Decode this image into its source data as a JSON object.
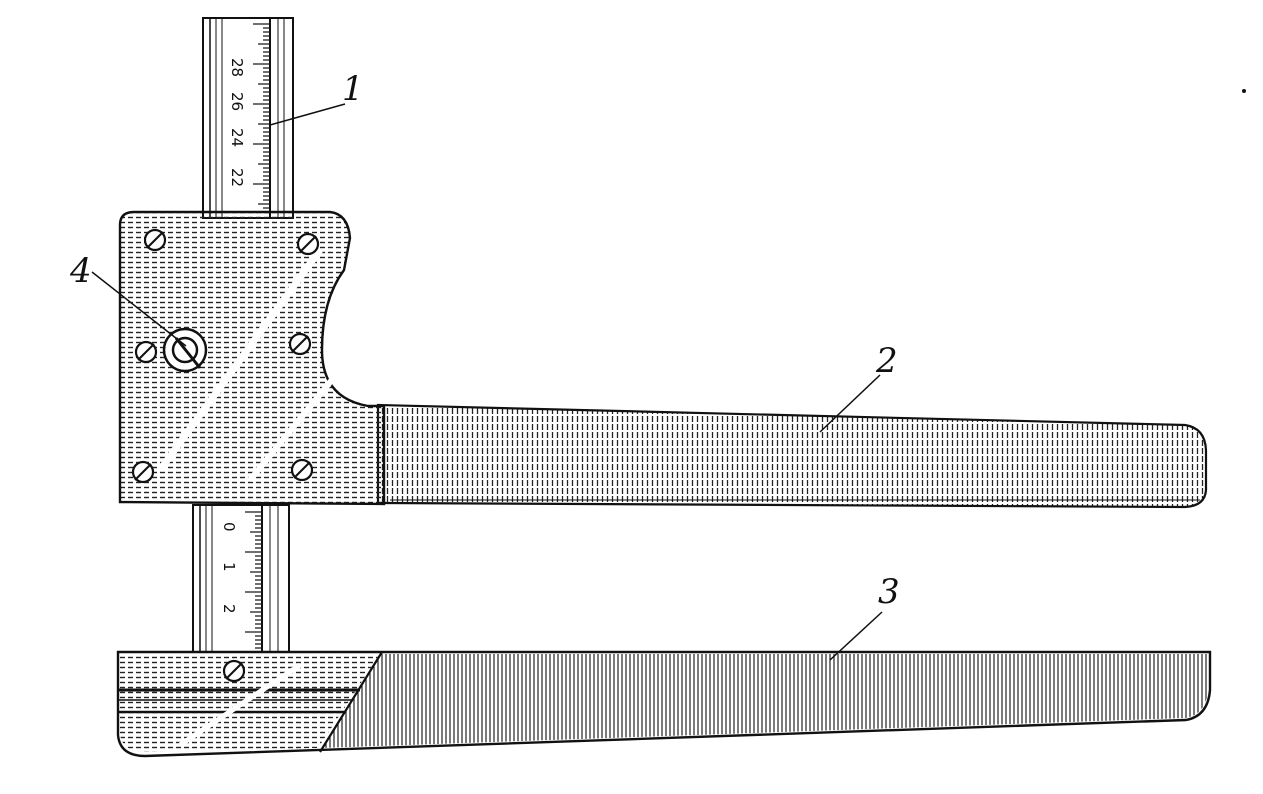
{
  "diagram": {
    "callouts": [
      {
        "id": "c1",
        "label": "1"
      },
      {
        "id": "c2",
        "label": "2"
      },
      {
        "id": "c3",
        "label": "3"
      },
      {
        "id": "c4",
        "label": "4"
      }
    ],
    "upper_scale": {
      "numbers": [
        "28",
        "26",
        "24",
        "22"
      ]
    },
    "lower_scale": {
      "numbers": [
        "0",
        "1",
        "2"
      ]
    },
    "colors": {
      "ink": "#111111",
      "paper": "#ffffff"
    }
  }
}
